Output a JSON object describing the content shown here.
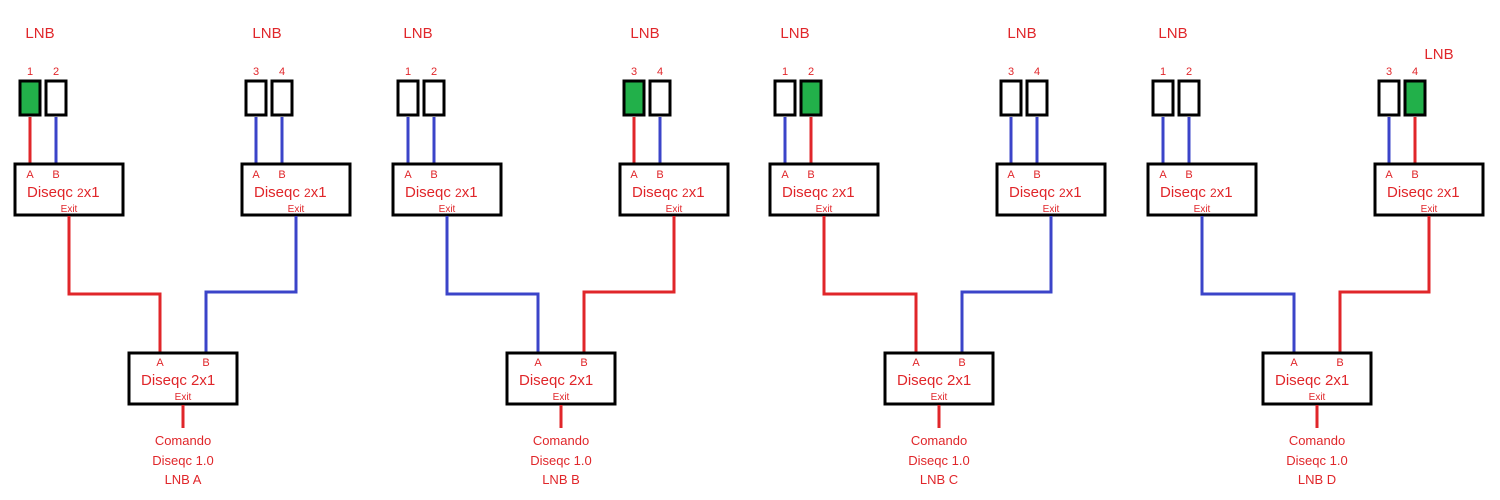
{
  "colors": {
    "active": "#e0262a",
    "inactive": "#3b44c9",
    "lnb_on": "#22b04a",
    "box": "#000000"
  },
  "labels": {
    "lnb": "LNB",
    "port_a": "A",
    "port_b": "B",
    "switch_title": "Diseqc",
    "switch_small_2": "2",
    "switch_x1": "x1",
    "switch_2x1": "2x1",
    "exit": "Exit",
    "cmd_line1": "Comando",
    "cmd_line2": "Diseqc 1.0"
  },
  "groups": [
    {
      "id": "a",
      "command": "LNB A",
      "lnb_pairs": [
        {
          "ports": [
            "1",
            "2"
          ],
          "active_index": 0
        },
        {
          "ports": [
            "3",
            "4"
          ],
          "active_index": null
        }
      ],
      "final_active_input": "A"
    },
    {
      "id": "b",
      "command": "LNB B",
      "lnb_pairs": [
        {
          "ports": [
            "1",
            "2"
          ],
          "active_index": null
        },
        {
          "ports": [
            "3",
            "4"
          ],
          "active_index": 0
        }
      ],
      "final_active_input": "B"
    },
    {
      "id": "c",
      "command": "LNB C",
      "lnb_pairs": [
        {
          "ports": [
            "1",
            "2"
          ],
          "active_index": 1
        },
        {
          "ports": [
            "3",
            "4"
          ],
          "active_index": null
        }
      ],
      "final_active_input": "A"
    },
    {
      "id": "d",
      "command": "LNB D",
      "lnb_pairs": [
        {
          "ports": [
            "1",
            "2"
          ],
          "active_index": null
        },
        {
          "ports": [
            "3",
            "4"
          ],
          "active_index": 1
        }
      ],
      "final_active_input": "B"
    }
  ]
}
